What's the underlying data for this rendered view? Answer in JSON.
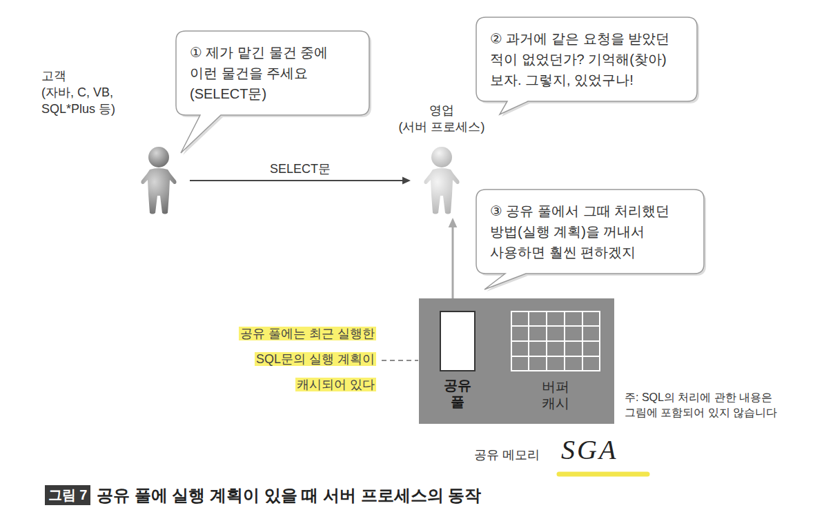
{
  "diagram": {
    "caption": "공유 풀에 실행 계획이 있을 때 서버 프로세스의 동작",
    "nodes": [
      {
        "text": [
          "고객",
          "(자바, C, VB, SQL*Plus 등)"
        ]
      },
      {
        "text": [
          "① 제가 맡긴 물건 중에 이런 물건을 주세요 (SELECT문)"
        ]
      },
      {
        "text": [
          "영업",
          "(서버 프로세스)"
        ]
      },
      {
        "text": [
          "② 과거에 같은 요청을 받았던 적이 없었던가? 기억해(찾아) 보자. 그렇지, 있었구나!"
        ]
      },
      {
        "text": [
          "③ 공유 풀에서 그때 처리했던 방법(실행 계획)을 꺼내서 사용하면 훨씬 편하겠지"
        ]
      },
      {
        "text": [
          "공유 메모리",
          "SGA"
        ]
      },
      {
        "text": [
          "공유 풀"
        ],
        "in": 5
      },
      {
        "text": [
          "버퍼 캐시"
        ],
        "in": 5
      }
    ],
    "edges": [
      {
        "from": 0,
        "to": 2,
        "arrow": "to",
        "label": "SELECT문"
      },
      {
        "from": 6,
        "to": 2,
        "arrow": "to"
      }
    ],
    "labels": [
      "공유 풀에는 최근 실행한 SQL문의 실행 계획이 캐시되어 있다",
      "주: SQL의 처리에 관한 내용은 그림에 포함되어 있지 않습니다",
      "그림 7"
    ]
  }
}
